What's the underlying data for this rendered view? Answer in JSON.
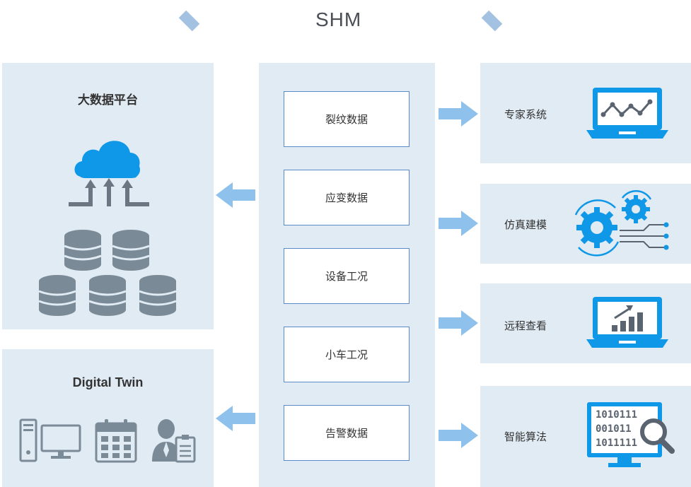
{
  "header": {
    "title": "SHM"
  },
  "left_panels": {
    "big_data": {
      "title": "大数据平台"
    },
    "digital_twin": {
      "title": "Digital Twin"
    }
  },
  "center_items": [
    "裂纹数据",
    "应变数据",
    "设备工况",
    "小车工况",
    "告警数据"
  ],
  "right_items": [
    {
      "label": "专家系统",
      "icon": "laptop-chart-icon"
    },
    {
      "label": "仿真建模",
      "icon": "gears-circuit-icon"
    },
    {
      "label": "远程查看",
      "icon": "laptop-bar-chart-icon"
    },
    {
      "label": "智能算法",
      "icon": "monitor-binary-search-icon"
    }
  ],
  "binary_rows": [
    "1010111",
    "001011",
    "1011111"
  ],
  "colors": {
    "accent": "#0f97e8",
    "panel": "#e1ebf4",
    "arrow": "#8ec1eb",
    "border": "#5a8ac8",
    "gray": "#7a8a97"
  }
}
